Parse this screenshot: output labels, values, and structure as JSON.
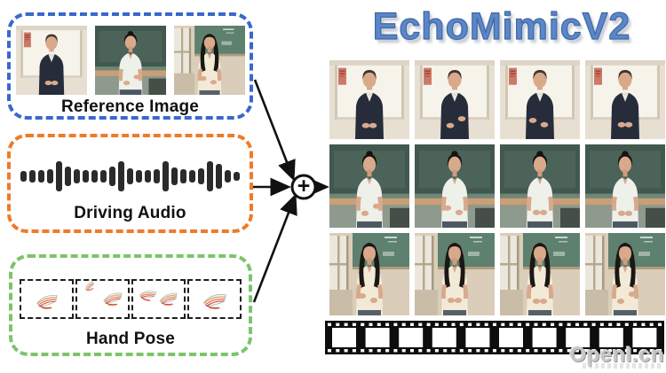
{
  "title": "EchoMimicV2",
  "plus_symbol": "+",
  "watermark": "OpenI.cn",
  "colors": {
    "reference_border": "#3a67cf",
    "audio_border": "#ee7b27",
    "pose_border": "#7cc46b",
    "title_blue": "#5b86ca",
    "arrow_black": "#111111"
  },
  "inputs": {
    "reference_image": {
      "label": "Reference Image",
      "photos": [
        {
          "subject": "man in dark jacket in bright window room"
        },
        {
          "subject": "woman in white shirt before dark chalkboard"
        },
        {
          "subject": "woman in cream shirt in sunlit classroom"
        }
      ]
    },
    "driving_audio": {
      "label": "Driving Audio",
      "waveform_bars": [
        12,
        14,
        14,
        16,
        34,
        22,
        16,
        14,
        14,
        14,
        22,
        34,
        18,
        14,
        14,
        16,
        34,
        20,
        16,
        14,
        18,
        34,
        28,
        14,
        10
      ]
    },
    "hand_pose": {
      "label": "Hand Pose",
      "frame_count": 4
    }
  },
  "output": {
    "grid": {
      "columns": 4,
      "rows": [
        {
          "subject": "man in dark jacket in bright window room"
        },
        {
          "subject": "woman in white shirt before dark chalkboard"
        },
        {
          "subject": "woman in cream shirt in sunlit classroom"
        }
      ]
    },
    "film_strip_frames": 10
  }
}
